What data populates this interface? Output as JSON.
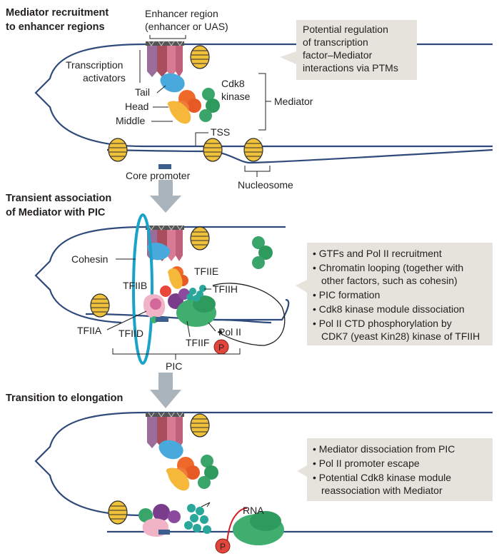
{
  "panel1": {
    "title_line1": "Mediator recruitment",
    "title_line2": "to enhancer regions",
    "enhancer_line1": "Enhancer region",
    "enhancer_line2": "(enhancer or UAS)",
    "activators_line1": "Transcription",
    "activators_line2": "activators",
    "tail": "Tail",
    "head": "Head",
    "middle": "Middle",
    "cdk8_line1": "Cdk8",
    "cdk8_line2": "kinase",
    "mediator": "Mediator",
    "tss": "TSS",
    "core_promoter": "Core promoter",
    "nucleosome": "Nucleosome",
    "callout": [
      "Potential regulation",
      "of transcription",
      "factor–Mediator",
      "interactions via PTMs"
    ]
  },
  "panel2": {
    "title_line1": "Transient association",
    "title_line2": "of Mediator with PIC",
    "cohesin": "Cohesin",
    "tfiib": "TFIIB",
    "tfiie": "TFIIE",
    "tfiih": "TFIIH",
    "tfiia": "TFIIA",
    "tfiid": "TFIID",
    "tfiif": "TFIIF",
    "pol2": "Pol II",
    "pic": "PIC",
    "phospho": "P",
    "bullets": [
      [
        "GTFs and Pol II recruitment"
      ],
      [
        "Chromatin looping (together with",
        "other factors, such as cohesin)"
      ],
      [
        "PIC formation"
      ],
      [
        "Cdk8 kinase module dissociation"
      ],
      [
        "Pol II CTD phosphorylation by",
        "CDK7 (yeast Kin28) kinase of TFIIH"
      ]
    ]
  },
  "panel3": {
    "title": "Transition to elongation",
    "rna": "RNA",
    "phospho": "P",
    "bullets": [
      [
        "Mediator dissociation from PIC"
      ],
      [
        "Pol II promoter escape"
      ],
      [
        "Potential Cdk8 kinase module",
        "reassociation with Mediator"
      ]
    ]
  },
  "colors": {
    "dna": "#2e4a7a",
    "box_bg": "#e6e3dc",
    "arrow": "#a9b4bd",
    "activator_purple": "#9a6d9a",
    "activator_maroon": "#a84e5e",
    "activator_pink": "#d97a94",
    "tail_blue": "#4aa9dc",
    "head_orange": "#ef6a2a",
    "middle_yellow": "#f5b83a",
    "cdk8_green": "#3aa56a",
    "pol2_green": "#3fae6e",
    "tfiih_teal": "#29a79a",
    "tfiid_pink": "#f0b4c6",
    "tfiie_purple": "#7a3d8c",
    "cohesin_cyan": "#1aa3c9",
    "phospho_red": "#e0463c",
    "nucleosome_yellow": "#f0c23c"
  }
}
